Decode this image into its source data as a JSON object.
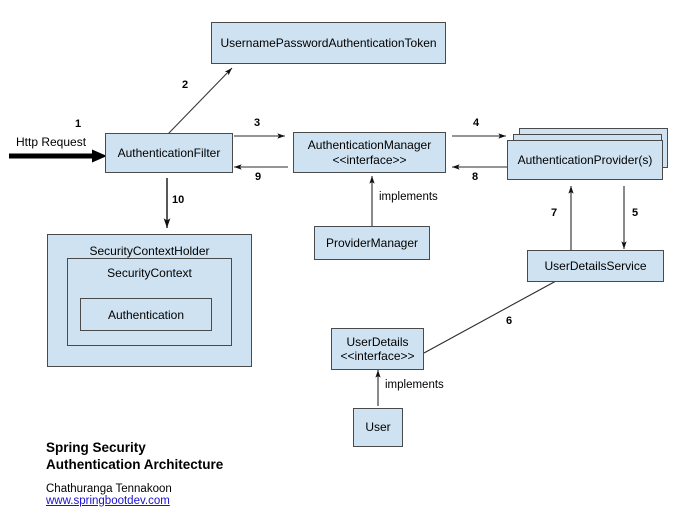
{
  "diagram": {
    "title_lines": [
      "Spring Security",
      "Authentication Architecture"
    ],
    "author": "Chathuranga Tennakoon",
    "website": "www.springbootdev.com",
    "box_fill": "#cfe2f1",
    "box_stroke": "#4a4a4a",
    "link_color": "#1a10cf",
    "nodes": {
      "token": {
        "label": "UsernamePasswordAuthenticationToken"
      },
      "auth_filter": {
        "label": "AuthenticationFilter"
      },
      "auth_manager": {
        "label": "AuthenticationManager",
        "stereotype": "<<interface>>"
      },
      "auth_provider": {
        "label": "AuthenticationProvider(s)"
      },
      "provider_manager": {
        "label": "ProviderManager"
      },
      "user_details_service": {
        "label": "UserDetailsService"
      },
      "user_details": {
        "label": "UserDetails",
        "stereotype": "<<interface>>"
      },
      "user": {
        "label": "User"
      },
      "security_context_holder": {
        "label": "SecurityContextHolder"
      },
      "security_context": {
        "label": "SecurityContext"
      },
      "authentication": {
        "label": "Authentication"
      }
    },
    "edges": {
      "http_request": "Http Request",
      "n1": "1",
      "n2": "2",
      "n3": "3",
      "n4": "4",
      "n5": "5",
      "n6": "6",
      "n7": "7",
      "n8": "8",
      "n9": "9",
      "n10": "10",
      "implements_manager": "implements",
      "implements_user": "implements"
    }
  }
}
